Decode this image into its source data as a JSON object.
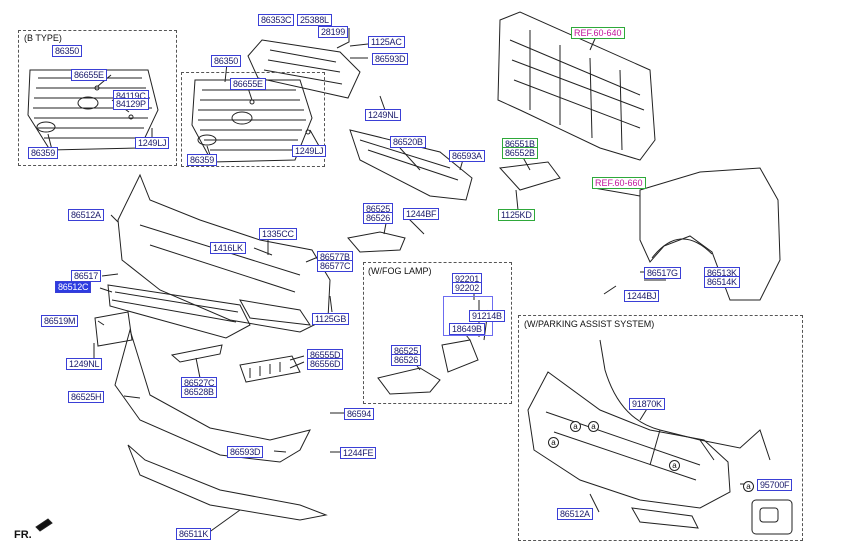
{
  "sections": {
    "b_type": "(B TYPE)",
    "fog_lamp": "(W/FOG LAMP)",
    "parking_assist": "(W/PARKING ASSIST SYSTEM)"
  },
  "front_marker": "FR.",
  "callout_letter": "a",
  "selected_part": "86512C",
  "refs": {
    "ref_80_640": "REF.60-640",
    "ref_80_660": "REF.60-660"
  },
  "parts": {
    "p86350_a": "86350",
    "p86655E_a": "86655E",
    "p84119C": "84119C",
    "p84129P": "84129P",
    "p1249LJ_a": "1249LJ",
    "p86359_a": "86359",
    "p86353C": "86353C",
    "p25388L": "25388L",
    "p28199": "28199",
    "p1125AC": "1125AC",
    "p86593D_a": "86593D",
    "p86350_b": "86350",
    "p86655E_b": "86655E",
    "p1249NL_a": "1249NL",
    "p1249LJ_b": "1249LJ",
    "p86359_b": "86359",
    "p86520B": "86520B",
    "p86593A": "86593A",
    "p86551B": "86551B",
    "p86552B": "86552B",
    "p1125KD": "1125KD",
    "p86512A_a": "86512A",
    "p86525_a": "86525",
    "p86526_a": "86526",
    "p1244BF": "1244BF",
    "p1335CC": "1335CC",
    "p1416LK": "1416LK",
    "p86577B": "86577B",
    "p86577C": "86577C",
    "p86517": "86517",
    "p86512C": "86512C",
    "p86519M": "86519M",
    "p1125GB": "1125GB",
    "p1249NL_b": "1249NL",
    "p86527C": "86527C",
    "p86528B": "86528B",
    "p86555D": "86555D",
    "p86556D": "86556D",
    "p86525H": "86525H",
    "p86594": "86594",
    "p86593D_b": "86593D",
    "p1244FE": "1244FE",
    "p86511K": "86511K",
    "p92201": "92201",
    "p92202": "92202",
    "p91214B": "91214B",
    "p18649B": "18649B",
    "p86525_b": "86525",
    "p86526_b": "86526",
    "p86517G": "86517G",
    "p86513K": "86513K",
    "p86514K": "86514K",
    "p1244BJ": "1244BJ",
    "p91870K": "91870K",
    "p86512A_b": "86512A",
    "p95700F": "95700F"
  }
}
